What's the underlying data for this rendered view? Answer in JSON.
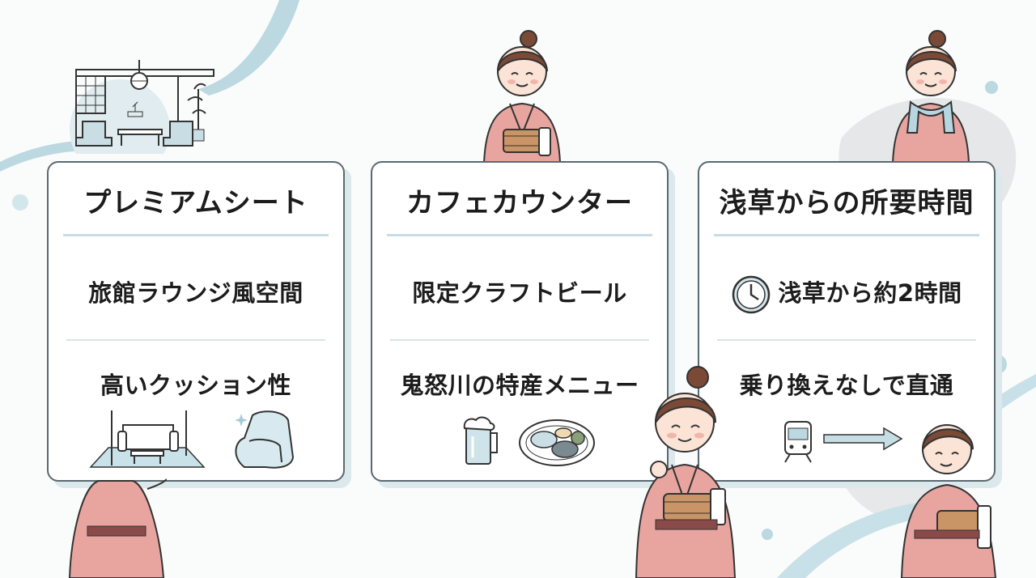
{
  "cards": [
    {
      "title": "プレミアムシート",
      "line1": "旅館ラウンジ風空間",
      "line2": "高いクッション性",
      "icons": [
        "lounge-sofa-icon",
        "armchair-icon"
      ]
    },
    {
      "title": "カフェカウンター",
      "line1": "限定クラフトビール",
      "line2": "鬼怒川の特産メニュー",
      "icons": [
        "beer-mug-icon",
        "food-plate-icon"
      ]
    },
    {
      "title": "浅草からの所要時間",
      "line1": "浅草から約2時間",
      "line2": "乗り換えなしで直通",
      "icons": [
        "clock-icon",
        "train-icon",
        "arrow-right-icon"
      ]
    }
  ],
  "colors": {
    "accent": "#c7dde4",
    "card_border": "#5a6a70",
    "shadow": "#dbe8ec",
    "yukata": "#e8a5a0",
    "hair": "#7a4a36"
  }
}
